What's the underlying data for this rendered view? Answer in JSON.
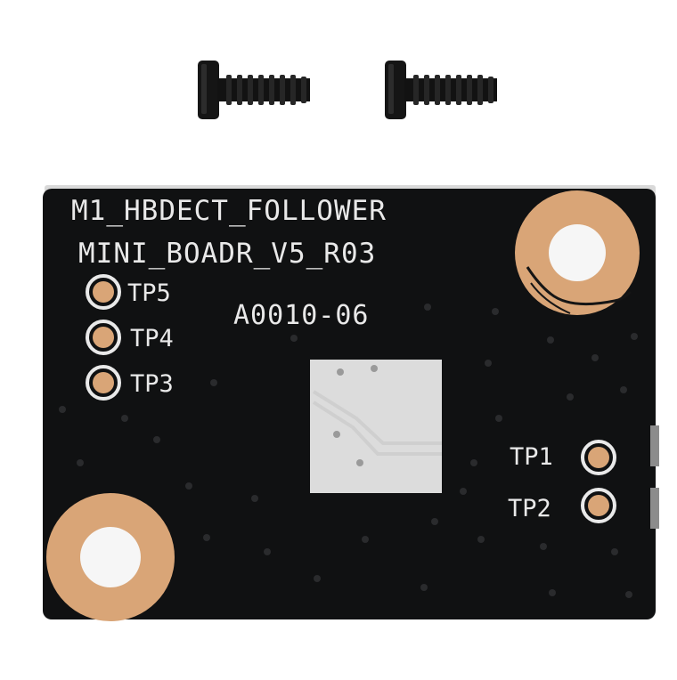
{
  "board": {
    "silkscreen_line1": "M1_HBDECT_FOLLOWER",
    "silkscreen_line2": "MINI_BOADR_V5_R03",
    "part_number": "A0010-06",
    "test_points": {
      "tp1": "TP1",
      "tp2": "TP2",
      "tp3": "TP3",
      "tp4": "TP4",
      "tp5": "TP5"
    },
    "pcb_color": "#101112",
    "silkscreen_color": "#e9e9e9",
    "copper_pad_color": "#d9a577"
  },
  "objects": {
    "screws": [
      "screw-icon",
      "screw-icon"
    ],
    "mounting_holes": [
      "mounting-hole-icon",
      "mounting-hole-icon"
    ],
    "center_pad": "exposed-pad-icon"
  }
}
